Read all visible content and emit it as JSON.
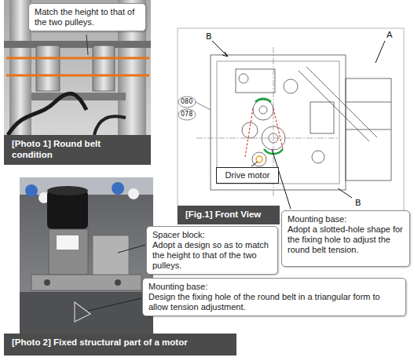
{
  "diagram": {
    "nodes": [
      {
        "text": [
          "Match the height to that of the two pulleys."
        ]
      },
      {
        "text": [
          "[Photo 1] Round belt condition"
        ]
      },
      {
        "text": [
          "Drive motor"
        ]
      },
      {
        "text": [
          "[Fig.1] Front View"
        ]
      },
      {
        "text": [
          "Mounting base:",
          "Adopt a slotted-hole shape for the fixing hole to adjust the round belt tension."
        ]
      },
      {
        "text": [
          "Spacer block:",
          "Adopt a design so as to match the height to that of the two pulleys."
        ]
      },
      {
        "text": [
          "Mounting base:",
          "Design the fixing hole of the round belt in a triangular form to allow tension adjustment."
        ]
      },
      {
        "text": [
          "[Photo 2] Fixed structural part of a motor"
        ]
      }
    ],
    "labels": [
      "B",
      "A",
      "B",
      "080",
      "078"
    ]
  }
}
